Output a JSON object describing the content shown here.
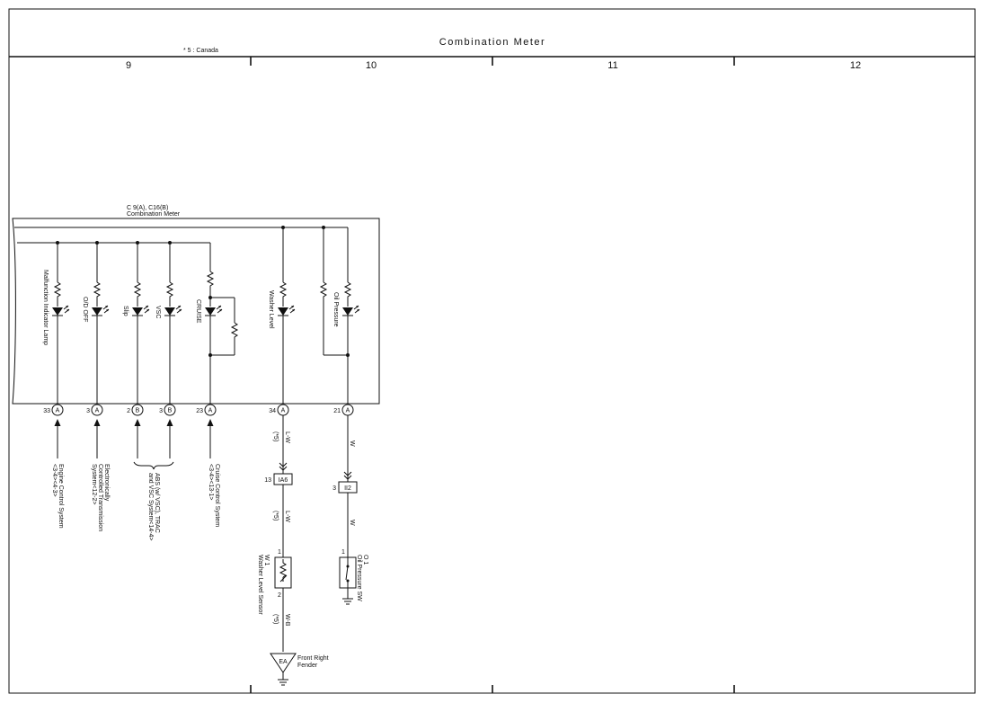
{
  "header": {
    "title": "Combination Meter",
    "note": "* 5 : Canada",
    "columns": [
      "9",
      "10",
      "11",
      "12"
    ]
  },
  "component": {
    "connector_ref": "C 9(A), C16(B)",
    "name": "Combination Meter"
  },
  "indicators": [
    {
      "label": "Malfunction Indicator Lamp"
    },
    {
      "label": "O/D OFF"
    },
    {
      "label": "Slip"
    },
    {
      "label": "VSC"
    },
    {
      "label": "CRUISE"
    },
    {
      "label": "Washer Level"
    },
    {
      "label": "Oil Pressure"
    }
  ],
  "terminals": [
    {
      "pin": "33",
      "conn": "A"
    },
    {
      "pin": "3",
      "conn": "A"
    },
    {
      "pin": "2",
      "conn": "B"
    },
    {
      "pin": "3",
      "conn": "B"
    },
    {
      "pin": "23",
      "conn": "A"
    },
    {
      "pin": "34",
      "conn": "A"
    },
    {
      "pin": "21",
      "conn": "A"
    }
  ],
  "references": [
    {
      "lines": [
        "Engine Control System",
        "<3-4><4-3>"
      ]
    },
    {
      "lines": [
        "Electronically",
        "Controlled Transmission",
        "System<12-2>"
      ]
    },
    {
      "lines": [
        "ABS (w/ VSC), TRAC",
        "and VSC System<14-4>"
      ]
    },
    {
      "lines": [
        "Cruise Control System",
        "<3-4><13-1>"
      ]
    }
  ],
  "washer_circuit": {
    "wire_upper": "L-W",
    "note_upper": "(*5)",
    "junction_pin": "13",
    "junction": "IA6",
    "wire_lower": "L-W",
    "note_lower": "(*5)",
    "sensor_pin_top": "1",
    "sensor_pin_bottom": "2",
    "sensor_ref": "W 1",
    "sensor_name": "Washer Level Sensor",
    "wire_ground": "W-B",
    "note_ground": "(*5)",
    "ground_code": "EA",
    "ground_location_1": "Front Right",
    "ground_location_2": "Fender"
  },
  "oil_circuit": {
    "wire_upper": "W",
    "junction_pin": "3",
    "junction": "II2",
    "wire_lower": "W",
    "switch_pin": "1",
    "switch_ref": "O 1",
    "switch_name": "Oil Pressure SW"
  }
}
